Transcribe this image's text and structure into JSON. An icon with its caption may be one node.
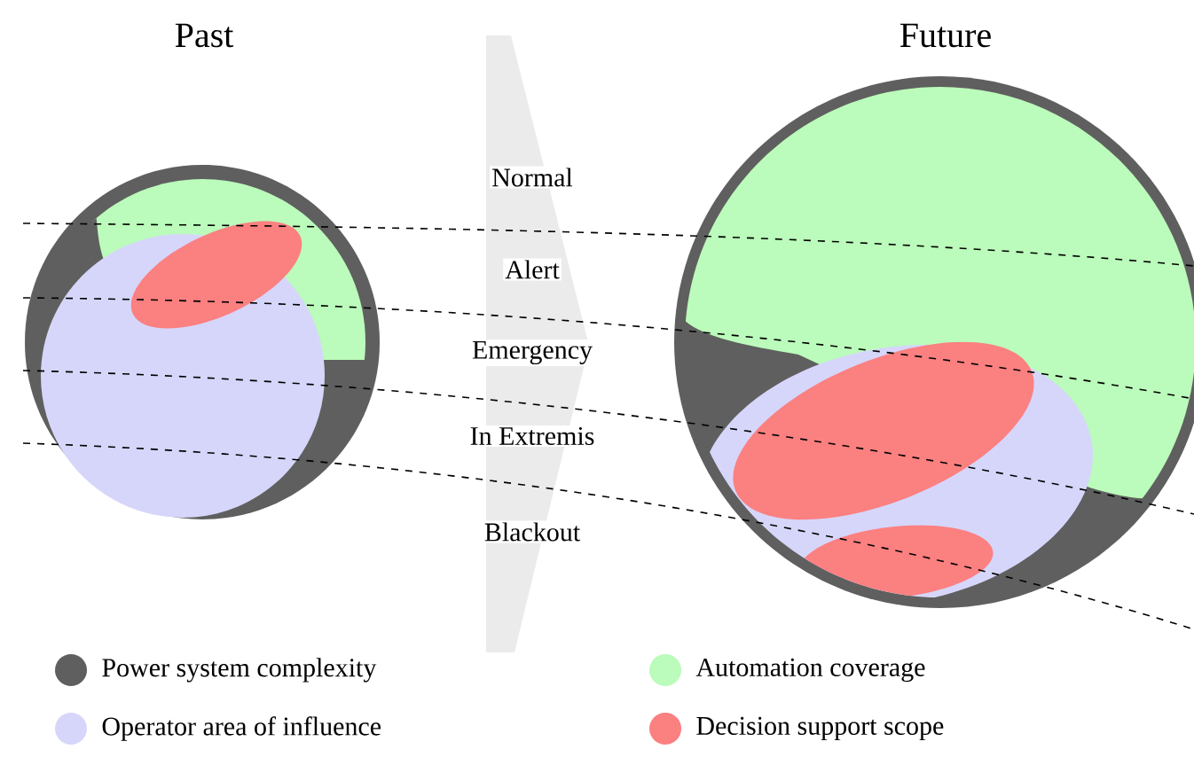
{
  "diagram": {
    "labels": [
      "Past",
      "Future",
      "Normal",
      "Alert",
      "Emergency",
      "In Extremis",
      "Blackout"
    ],
    "legend": [
      {
        "text": "Power system complexity",
        "color": "#5f5f5f"
      },
      {
        "text": "Automation coverage",
        "color": "#bbfbbb"
      },
      {
        "text": "Operator area of influence",
        "color": "#d6d6fb"
      },
      {
        "text": "Decision support scope",
        "color": "#fb8080"
      }
    ]
  }
}
